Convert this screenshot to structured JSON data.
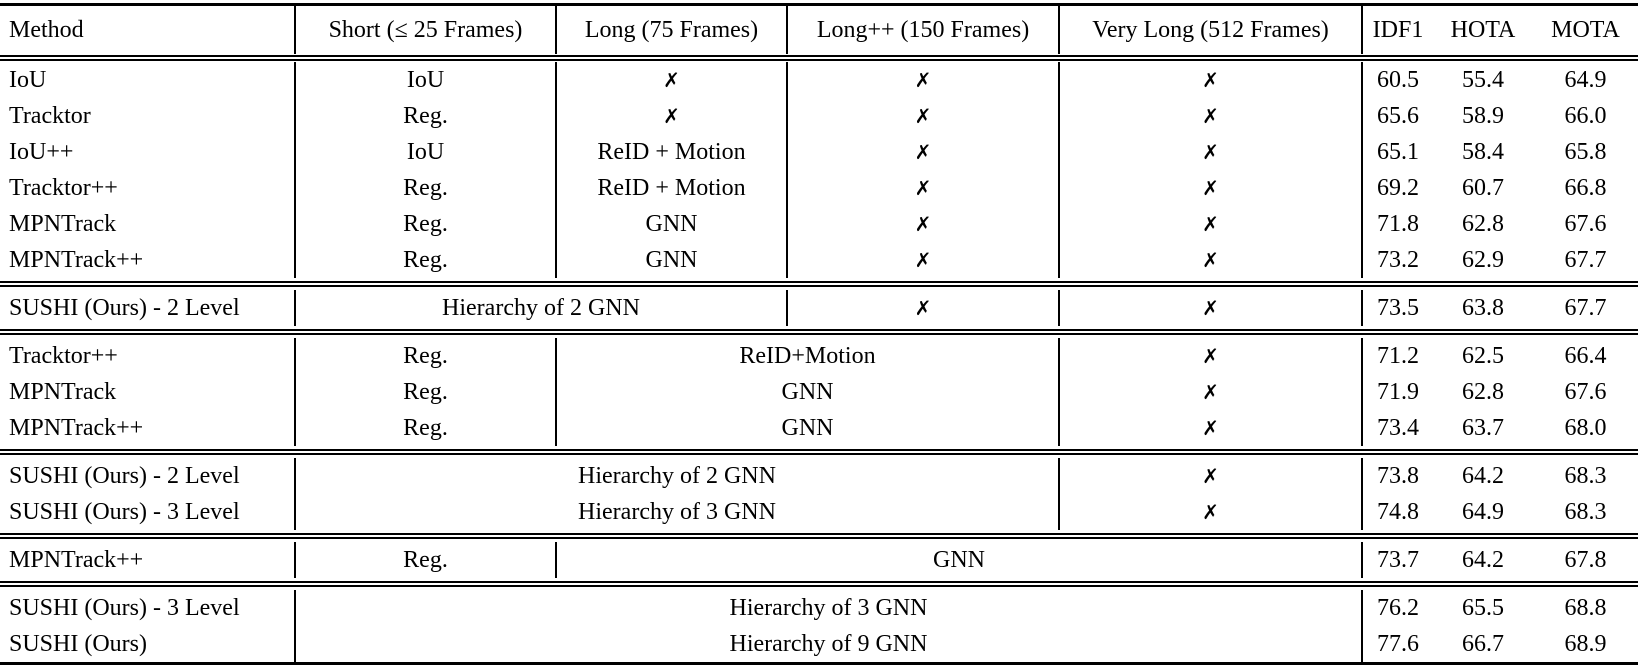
{
  "table": {
    "header": {
      "method": "Method",
      "short": "Short (≤ 25 Frames)",
      "long": "Long (75 Frames)",
      "longpp": "Long++ (150 Frames)",
      "verylong": "Very Long (512 Frames)",
      "idf1": "IDF1",
      "hota": "HOTA",
      "mota": "MOTA"
    },
    "xmark_glyph": "✗",
    "sections": [
      {
        "rows": [
          {
            "method": "IoU",
            "short": "IoU",
            "long": "✗",
            "longpp": "✗",
            "verylong": "✗",
            "idf1": "60.5",
            "hota": "55.4",
            "mota": "64.9"
          },
          {
            "method": "Tracktor",
            "short": "Reg.",
            "long": "✗",
            "longpp": "✗",
            "verylong": "✗",
            "idf1": "65.6",
            "hota": "58.9",
            "mota": "66.0"
          },
          {
            "method": "IoU++",
            "short": "IoU",
            "long": "ReID + Motion",
            "longpp": "✗",
            "verylong": "✗",
            "idf1": "65.1",
            "hota": "58.4",
            "mota": "65.8"
          },
          {
            "method": "Tracktor++",
            "short": "Reg.",
            "long": "ReID + Motion",
            "longpp": "✗",
            "verylong": "✗",
            "idf1": "69.2",
            "hota": "60.7",
            "mota": "66.8"
          },
          {
            "method": "MPNTrack",
            "short": "Reg.",
            "long": "GNN",
            "longpp": "✗",
            "verylong": "✗",
            "idf1": "71.8",
            "hota": "62.8",
            "mota": "67.6"
          },
          {
            "method": "MPNTrack++",
            "short": "Reg.",
            "long": "GNN",
            "longpp": "✗",
            "verylong": "✗",
            "idf1": "73.2",
            "hota": "62.9",
            "mota": "67.7"
          }
        ]
      },
      {
        "rows": [
          {
            "method": "SUSHI (Ours) - 2 Level",
            "span": "Hierarchy of 2 GNN",
            "longpp": "✗",
            "verylong": "✗",
            "idf1": "73.5",
            "hota": "63.8",
            "mota": "67.7"
          }
        ]
      },
      {
        "rows": [
          {
            "method": "Tracktor++",
            "short": "Reg.",
            "span": "ReID+Motion",
            "verylong": "✗",
            "idf1": "71.2",
            "hota": "62.5",
            "mota": "66.4"
          },
          {
            "method": "MPNTrack",
            "short": "Reg.",
            "span": "GNN",
            "verylong": "✗",
            "idf1": "71.9",
            "hota": "62.8",
            "mota": "67.6"
          },
          {
            "method": "MPNTrack++",
            "short": "Reg.",
            "span": "GNN",
            "verylong": "✗",
            "idf1": "73.4",
            "hota": "63.7",
            "mota": "68.0"
          }
        ]
      },
      {
        "rows": [
          {
            "method": "SUSHI (Ours) - 2 Level",
            "span": "Hierarchy of 2 GNN",
            "verylong": "✗",
            "idf1": "73.8",
            "hota": "64.2",
            "mota": "68.3"
          },
          {
            "method": "SUSHI (Ours) - 3 Level",
            "span": "Hierarchy of 3 GNN",
            "verylong": "✗",
            "idf1": "74.8",
            "hota": "64.9",
            "mota": "68.3"
          }
        ]
      },
      {
        "rows": [
          {
            "method": "MPNTrack++",
            "short": "Reg.",
            "span": "GNN",
            "idf1": "73.7",
            "hota": "64.2",
            "mota": "67.8"
          }
        ]
      },
      {
        "rows": [
          {
            "method": "SUSHI (Ours) - 3 Level",
            "span": "Hierarchy of 3 GNN",
            "idf1": "76.2",
            "hota": "65.5",
            "mota": "68.8"
          },
          {
            "method": "SUSHI (Ours)",
            "span": "Hierarchy of 9 GNN",
            "idf1": "77.6",
            "hota": "66.7",
            "mota": "68.9"
          }
        ]
      }
    ]
  }
}
